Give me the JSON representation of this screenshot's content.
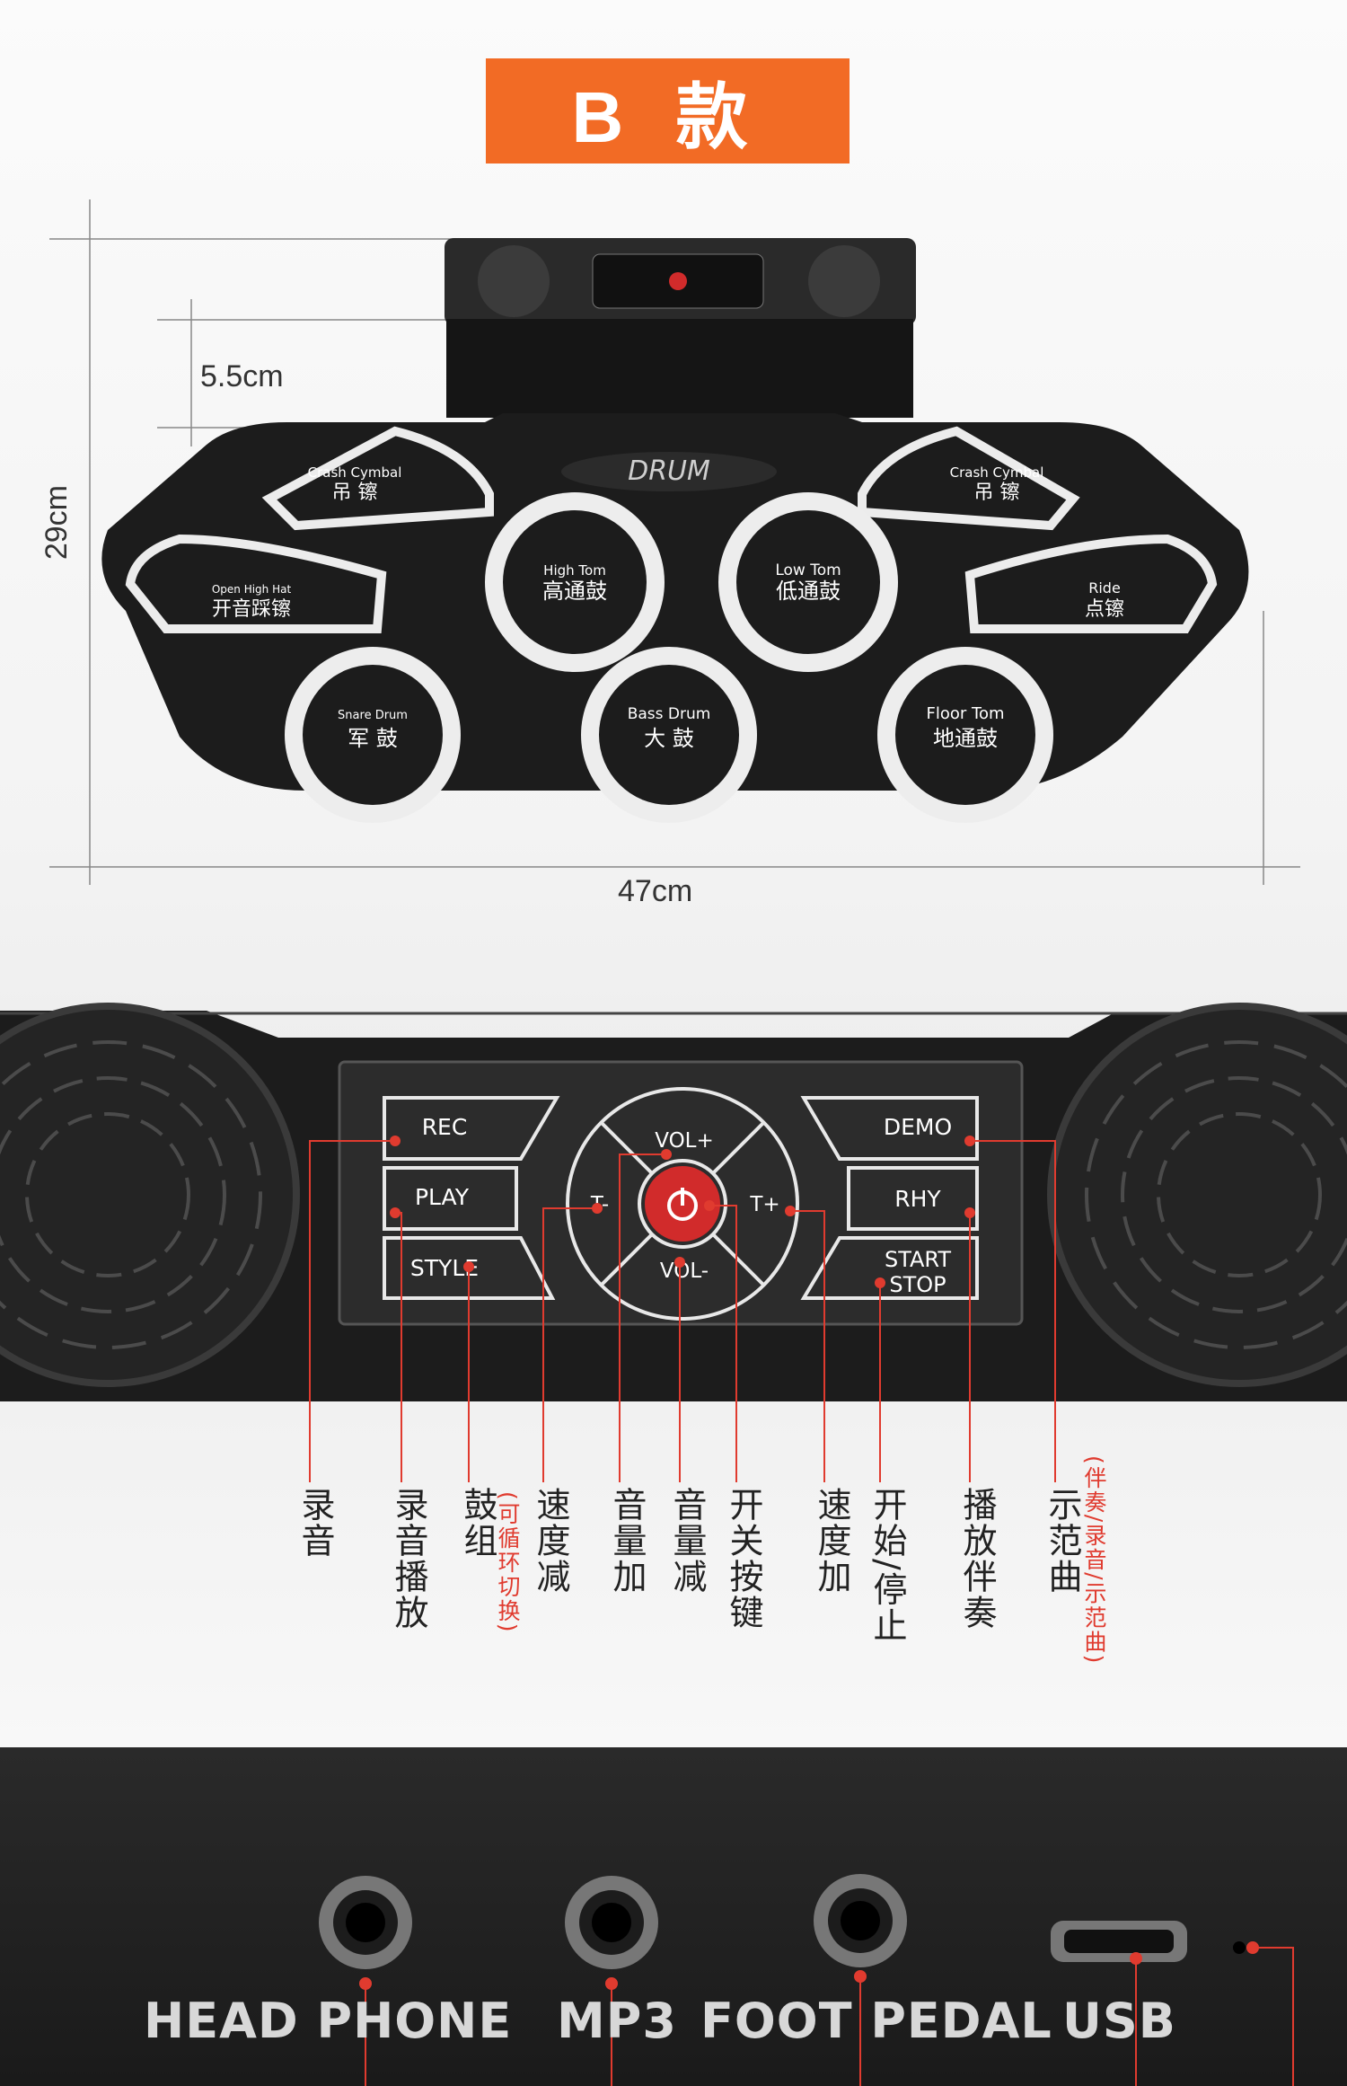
{
  "header": {
    "badge": "B 款"
  },
  "dimensions": {
    "height_total": "29cm",
    "height_module": "5.5cm",
    "width": "47cm"
  },
  "top_device": {
    "logo": "DRUM",
    "pads": [
      {
        "en": "Crash Cymbal",
        "cn": "吊  镲"
      },
      {
        "en": "Crash Cymbal",
        "cn": "吊  镲"
      },
      {
        "en": "Open High Hat",
        "cn": "开音踩镲"
      },
      {
        "en": "Ride",
        "cn": "点镲"
      },
      {
        "en": "High Tom",
        "cn": "高通鼓"
      },
      {
        "en": "Low Tom",
        "cn": "低通鼓"
      },
      {
        "en": "Snare Drum",
        "cn": "军  鼓"
      },
      {
        "en": "Bass Drum",
        "cn": "大  鼓"
      },
      {
        "en": "Floor Tom",
        "cn": "地通鼓"
      }
    ]
  },
  "control_panel": {
    "buttons": {
      "rec": "REC",
      "play": "PLAY",
      "style": "STYLE",
      "vol_up": "VOL+",
      "vol_down": "VOL-",
      "t_minus": "T-",
      "t_plus": "T+",
      "demo": "DEMO",
      "rhy": "RHY",
      "start": "START",
      "stop": "STOP"
    },
    "labels": [
      {
        "text": "录音",
        "note": ""
      },
      {
        "text": "录音播放",
        "note": ""
      },
      {
        "text": "鼓组",
        "note": "(可循环切换)"
      },
      {
        "text": "速度减",
        "note": ""
      },
      {
        "text": "音量加",
        "note": ""
      },
      {
        "text": "音量减",
        "note": ""
      },
      {
        "text": "开关按键",
        "note": ""
      },
      {
        "text": "速度加",
        "note": ""
      },
      {
        "text": "开始/停止",
        "note": ""
      },
      {
        "text": "播放伴奏",
        "note": ""
      },
      {
        "text": "示范曲",
        "note": "(伴奏/录音/示范曲)"
      }
    ]
  },
  "ports": {
    "labels": [
      "HEAD PHONE",
      "MP3",
      "FOOT PEDAL",
      "USB"
    ]
  },
  "colors": {
    "accent": "#f26b25",
    "leader_red": "#e03b2f",
    "device_black": "#1c1c1c"
  }
}
